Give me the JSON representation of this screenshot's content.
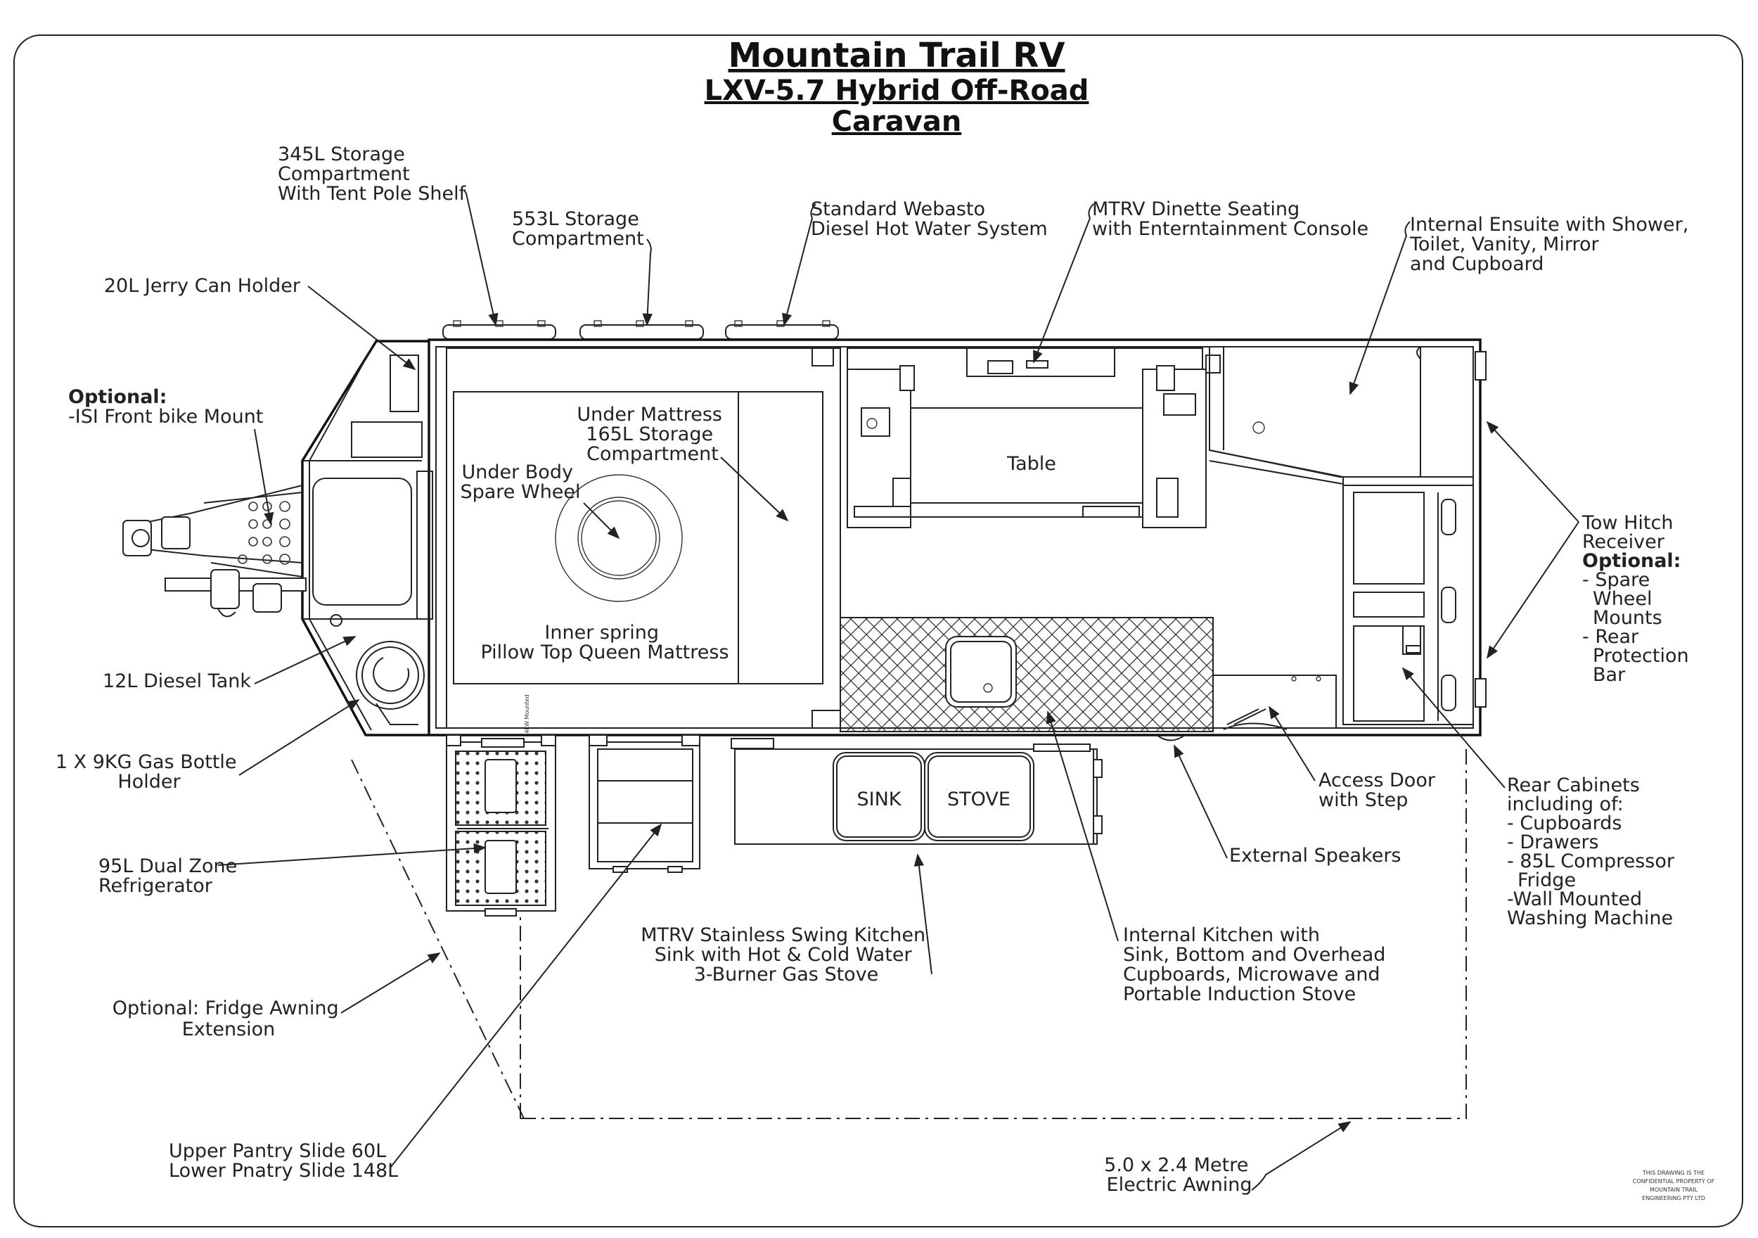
{
  "title": {
    "line1": "Mountain Trail RV",
    "line2": "LXV-5.7 Hybrid Off-Road",
    "line3": "Caravan"
  },
  "inner_labels": {
    "table": "Table",
    "sink": "SINK",
    "stove": "STOVE",
    "under_mattress": [
      "Under Mattress",
      "165L Storage",
      "Compartment"
    ],
    "under_body": [
      "Under Body",
      "Spare Wheel"
    ],
    "mattress": [
      "Inner spring",
      "Pillow Top Queen Mattress"
    ]
  },
  "callouts": {
    "storage_345": [
      "345L Storage",
      "Compartment",
      "With Tent Pole Shelf"
    ],
    "storage_553": [
      "553L Storage",
      "Compartment"
    ],
    "webasto": [
      "Standard Webasto",
      "Diesel Hot Water System"
    ],
    "dinette": [
      "MTRV Dinette Seating",
      "with Enterntainment Console"
    ],
    "ensuite": [
      "Internal Ensuite with Shower,",
      "Toilet, Vanity, Mirror",
      "and Cupboard"
    ],
    "jerry_can": [
      "20L Jerry Can Holder"
    ],
    "bike_mount_heading": "Optional:",
    "bike_mount": [
      "-ISI Front bike Mount"
    ],
    "diesel_tank": [
      "12L Diesel Tank"
    ],
    "gas_bottle": [
      "1 X 9KG Gas Bottle",
      "Holder"
    ],
    "refrigerator": [
      "95L Dual Zone",
      "Refrigerator"
    ],
    "fridge_awning": [
      "Optional: Fridge Awning",
      "Extension"
    ],
    "pantry": [
      "Upper Pantry Slide 60L",
      "Lower Pnatry Slide 148L"
    ],
    "swing_kitchen": [
      "MTRV Stainless Swing Kitchen",
      "Sink with Hot & Cold Water",
      "3-Burner Gas Stove"
    ],
    "internal_kitchen": [
      "Internal Kitchen with",
      "Sink, Bottom and Overhead",
      "Cupboards, Microwave and",
      "Portable Induction Stove"
    ],
    "access_door": [
      "Access Door",
      "with Step"
    ],
    "speakers": [
      "External Speakers"
    ],
    "rear_cabinets": [
      "Rear Cabinets",
      "including of:",
      "- Cupboards",
      "- Drawers",
      "- 85L Compressor",
      "  Fridge",
      "-Wall Mounted",
      "Washing Machine"
    ],
    "tow_hitch": [
      "Tow Hitch",
      "Receiver"
    ],
    "tow_hitch_optional": "Optional:",
    "tow_hitch_items": [
      "- Spare",
      "  Wheel",
      "  Mounts",
      "- Rear",
      "  Protection",
      "  Bar"
    ],
    "awning": [
      "5.0 x 2.4 Metre",
      "Electric Awning"
    ]
  },
  "confidential": [
    "THIS DRAWING IS THE",
    "CONFIDENTIAL PROPERTY OF",
    "MOUNTAIN TRAIL",
    "ENGINEERING PTY LTD"
  ]
}
